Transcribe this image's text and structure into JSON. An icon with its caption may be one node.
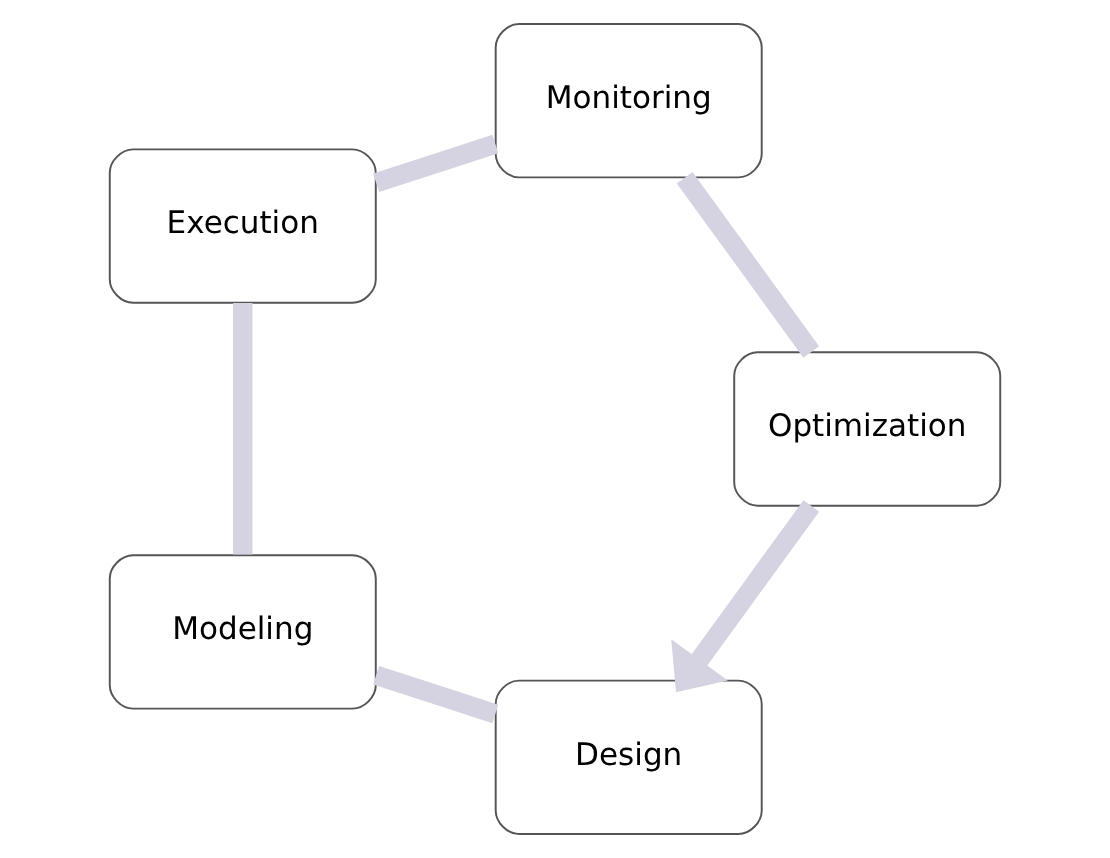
{
  "diagram": {
    "nodes": [
      {
        "text": [
          "Design"
        ]
      },
      {
        "text": [
          "Modeling"
        ]
      },
      {
        "text": [
          "Execution"
        ]
      },
      {
        "text": [
          "Monitoring"
        ]
      },
      {
        "text": [
          "Optimization"
        ]
      }
    ],
    "edges": [
      {
        "from": 0,
        "to": 1,
        "arrow": "none"
      },
      {
        "from": 1,
        "to": 2,
        "arrow": "none"
      },
      {
        "from": 2,
        "to": 3,
        "arrow": "none"
      },
      {
        "from": 3,
        "to": 4,
        "arrow": "none"
      },
      {
        "from": 4,
        "to": 0,
        "arrow": "to"
      }
    ]
  }
}
